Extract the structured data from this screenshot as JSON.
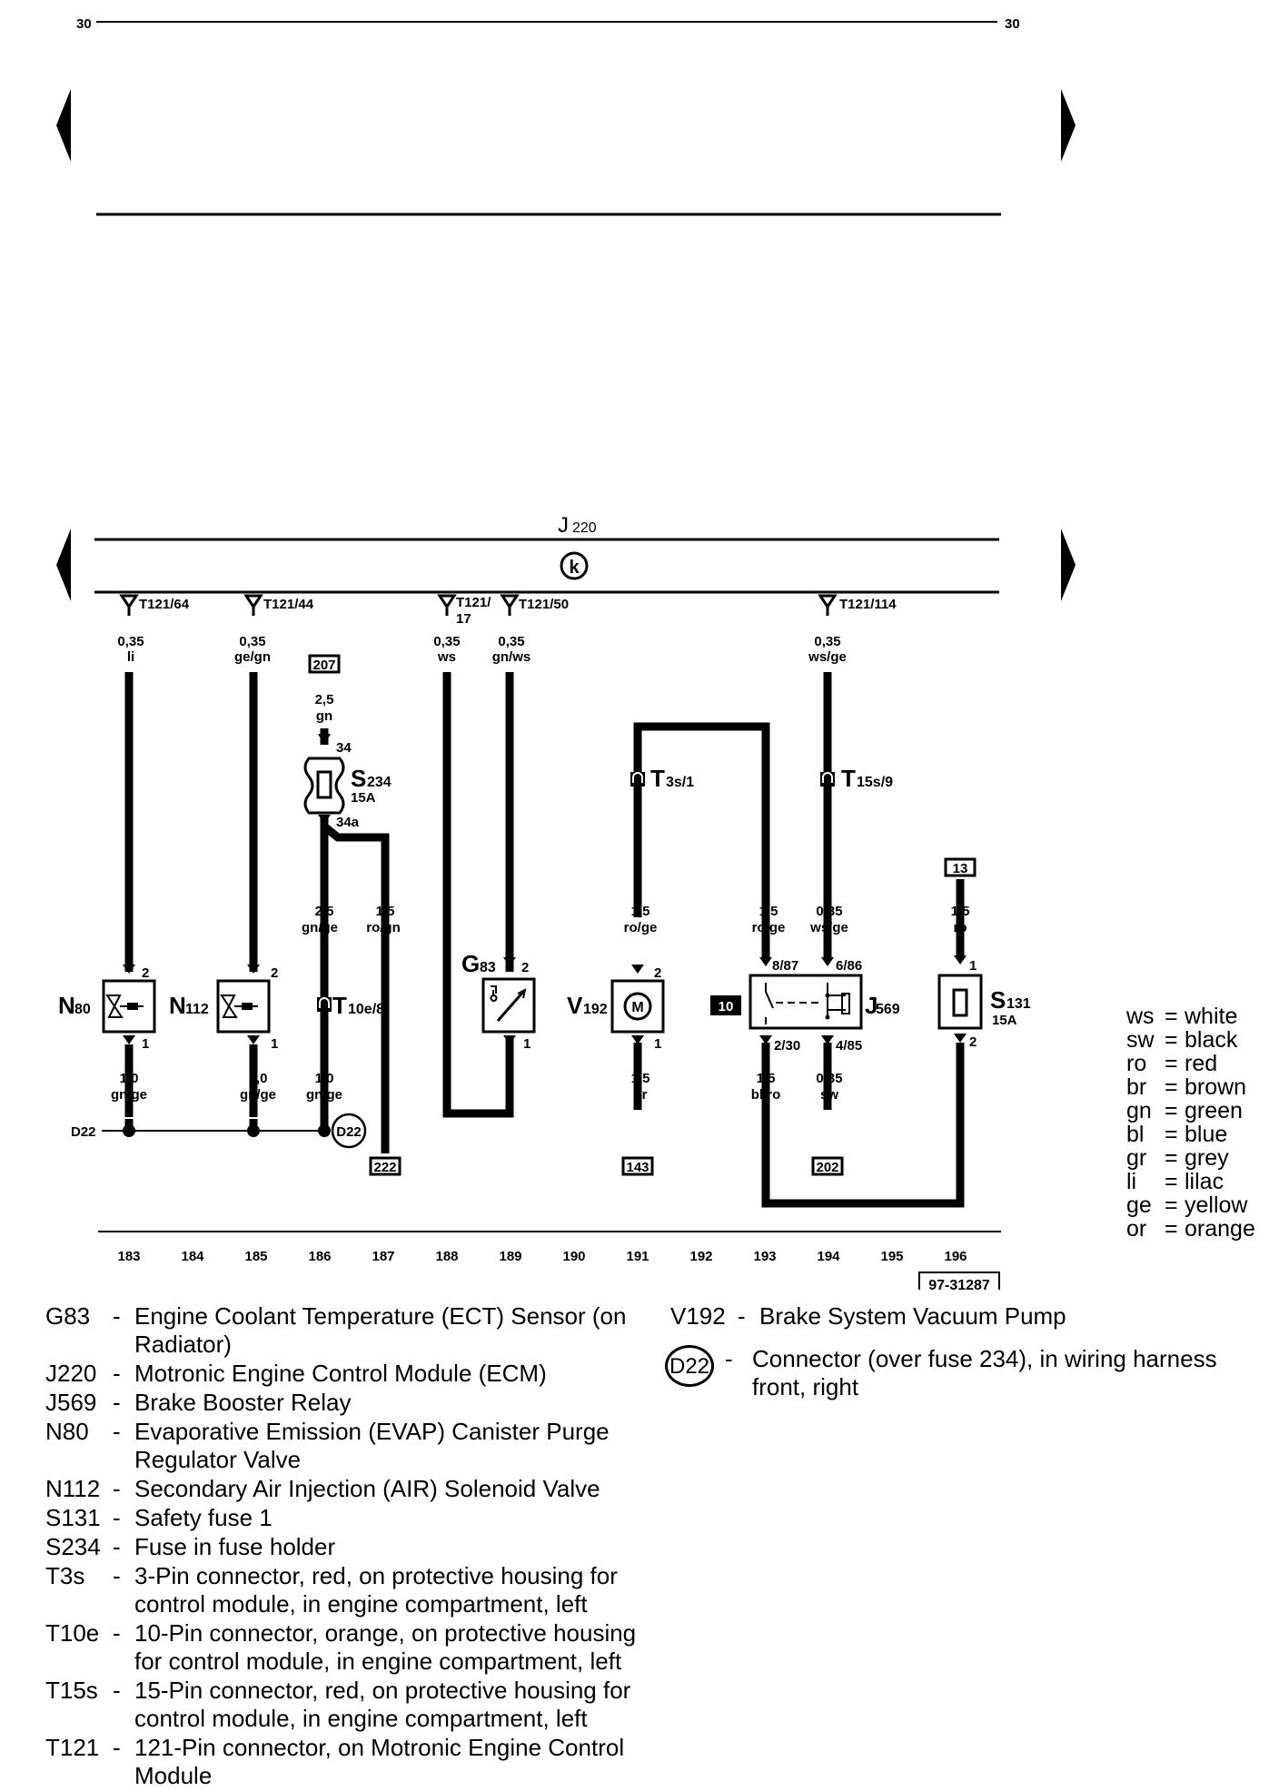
{
  "page_number": "30",
  "ecm": {
    "label": "J",
    "sub": "220",
    "symbol": "k"
  },
  "connectors_top": {
    "t64": "T121/64",
    "t44": "T121/44",
    "t17a": "T121/",
    "t17b": "17",
    "t50": "T121/50",
    "t114": "T121/114"
  },
  "wires": {
    "w183_top": [
      "0,35",
      "li"
    ],
    "w185_top": [
      "0,35",
      "ge/gn"
    ],
    "w188_top": [
      "0,35",
      "ws"
    ],
    "w189_top": [
      "0,35",
      "gn/ws"
    ],
    "w194_top": [
      "0,35",
      "ws/ge"
    ],
    "w186_upper": [
      "2,5",
      "gn"
    ],
    "w186_lower": [
      "2,5",
      "gn/ge"
    ],
    "w187": [
      "1,5",
      "ro/gn"
    ],
    "w191_top": [
      "1,5",
      "ro/ge"
    ],
    "w193_top": [
      "1,5",
      "ro/ge"
    ],
    "w194_mid": [
      "0,35",
      "ws/ge"
    ],
    "w196": [
      "1,5",
      "ro"
    ],
    "w183_bot": [
      "1,0",
      "gn/ge"
    ],
    "w185_bot": [
      "1,0",
      "gn/ge"
    ],
    "w186_bot": [
      "1,0",
      "gn/ge"
    ],
    "w191_bot": [
      "1,5",
      "br"
    ],
    "w193_bot": [
      "1,5",
      "bl/ro"
    ],
    "w194_bot": [
      "0,35",
      "sw"
    ]
  },
  "refs": {
    "r207": "207",
    "r13": "13",
    "r222": "222",
    "r143": "143",
    "r202": "202",
    "r10": "10"
  },
  "components": {
    "s234": {
      "label": "S",
      "sub": "234",
      "rating": "15A",
      "pin_in": "34",
      "pin_out": "34a"
    },
    "t3s": {
      "label": "T",
      "sub": "3s/1"
    },
    "t15s": {
      "label": "T",
      "sub": "15s/9"
    },
    "t10e": {
      "label": "T",
      "sub": "10e/8"
    },
    "n80": {
      "label": "N",
      "sub": "80",
      "pin_top": "2",
      "pin_bot": "1"
    },
    "n112": {
      "label": "N",
      "sub": "112",
      "pin_top": "2",
      "pin_bot": "1"
    },
    "g83": {
      "label": "G",
      "sub": "83",
      "pin_top": "2",
      "pin_bot": "1"
    },
    "v192": {
      "label": "V",
      "sub": "192",
      "pin_top": "2",
      "pin_bot": "1",
      "symbol": "M"
    },
    "j569": {
      "label": "J",
      "sub": "569",
      "p1": "8/87",
      "p2": "6/86",
      "p3": "2/30",
      "p4": "4/85"
    },
    "s131": {
      "label": "S",
      "sub": "131",
      "rating": "15A",
      "pin_top": "1",
      "pin_bot": "2"
    },
    "d22": {
      "label": "D22",
      "circle": "D22"
    }
  },
  "ruler": [
    "183",
    "184",
    "185",
    "186",
    "187",
    "188",
    "189",
    "190",
    "191",
    "192",
    "193",
    "194",
    "195",
    "196"
  ],
  "figure_id": "97-31287",
  "legend_left": [
    {
      "code": "G83",
      "desc": "Engine Coolant Temperature (ECT) Sensor (on Radiator)"
    },
    {
      "code": "J220",
      "desc": "Motronic Engine Control Module (ECM)"
    },
    {
      "code": "J569",
      "desc": "Brake Booster Relay"
    },
    {
      "code": "N80",
      "desc": "Evaporative Emission (EVAP) Canister Purge Regulator Valve"
    },
    {
      "code": "N112",
      "desc": "Secondary Air Injection (AIR) Solenoid Valve"
    },
    {
      "code": "S131",
      "desc": "Safety fuse 1"
    },
    {
      "code": "S234",
      "desc": "Fuse in fuse holder"
    },
    {
      "code": "T3s",
      "desc": "3-Pin connector, red, on protective housing for control module, in engine compartment, left"
    },
    {
      "code": "T10e",
      "desc": "10-Pin connector, orange, on protective housing for control module, in engine compartment, left"
    },
    {
      "code": "T15s",
      "desc": "15-Pin connector, red, on protective housing for control module, in engine compartment, left"
    },
    {
      "code": "T121",
      "desc": "121-Pin connector, on Motronic Engine Control Module"
    }
  ],
  "legend_right": [
    {
      "code": "V192",
      "desc": "Brake System Vacuum Pump"
    },
    {
      "code": "D22",
      "desc": "Connector (over fuse 234), in wiring harness front, right"
    }
  ],
  "color_key": [
    {
      "abbr": "ws",
      "name": "white"
    },
    {
      "abbr": "sw",
      "name": "black"
    },
    {
      "abbr": "ro",
      "name": "red"
    },
    {
      "abbr": "br",
      "name": "brown"
    },
    {
      "abbr": "gn",
      "name": "green"
    },
    {
      "abbr": "bl",
      "name": "blue"
    },
    {
      "abbr": "gr",
      "name": "grey"
    },
    {
      "abbr": "li",
      "name": "lilac"
    },
    {
      "abbr": "ge",
      "name": "yellow"
    },
    {
      "abbr": "or",
      "name": "orange"
    }
  ]
}
